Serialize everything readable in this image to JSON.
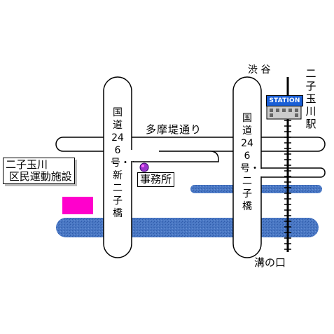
{
  "labels": {
    "shibuya": "渋 谷",
    "station_sign": "STATION",
    "futako_station": "二子玉川駅",
    "tamazutsumi": "多摩堤通り",
    "route246_left": "国道246号・新二子橋",
    "route246_right": "国道246号・二子橋",
    "office": "事務所",
    "facility_line1": "二子玉川",
    "facility_line2": " 区民運動施設",
    "mizonokuchi": "溝の口"
  },
  "colors": {
    "river": "#4a78c4",
    "road_outline": "#000000",
    "facility_marker": "#ff00cc",
    "office_marker": "#9933cc",
    "station_sign": "#1a5fd6",
    "railway": "#000000"
  },
  "icons": {
    "office_marker": "purple-dot-icon",
    "station": "station-building-icon"
  }
}
